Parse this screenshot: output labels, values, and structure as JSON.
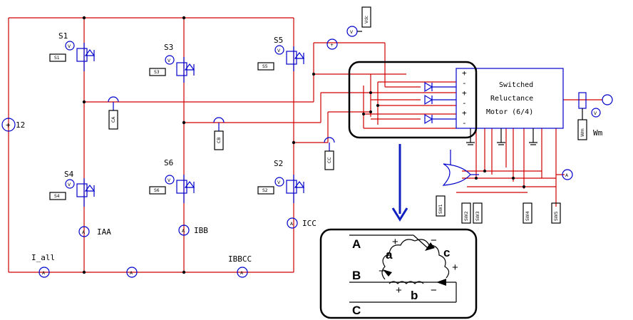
{
  "switches": [
    {
      "name": "S1",
      "gate": "S1"
    },
    {
      "name": "S3",
      "gate": "S3"
    },
    {
      "name": "S5",
      "gate": "S5"
    },
    {
      "name": "S4",
      "gate": "S4"
    },
    {
      "name": "S6",
      "gate": "S6"
    },
    {
      "name": "S2",
      "gate": "S2"
    }
  ],
  "source": {
    "label": "12"
  },
  "currents": {
    "iaa": "IAA",
    "ibb": "IBB",
    "icc": "ICC",
    "iall": "I_all",
    "ibbcc": "IBBCC"
  },
  "phase_probes": [
    "CA",
    "CB",
    "CC"
  ],
  "meter_symbols": {
    "voltmeter": "V",
    "ammeter": "A",
    "plus": "+",
    "minus": "-"
  },
  "motor": {
    "line1": "Switched",
    "line2": "Reluctance",
    "line3": "Motor (6/4)"
  },
  "speed_label": "Wm",
  "bottom_probes": [
    "SW1",
    "SW2",
    "SW3",
    "SW4",
    "SW5"
  ],
  "top_probe": "Vdc",
  "speed_probe": "Wm",
  "zoom": {
    "A": "A",
    "B": "B",
    "C": "C",
    "a": "a",
    "b": "b",
    "c": "c",
    "plus": "+",
    "minus": "−"
  }
}
